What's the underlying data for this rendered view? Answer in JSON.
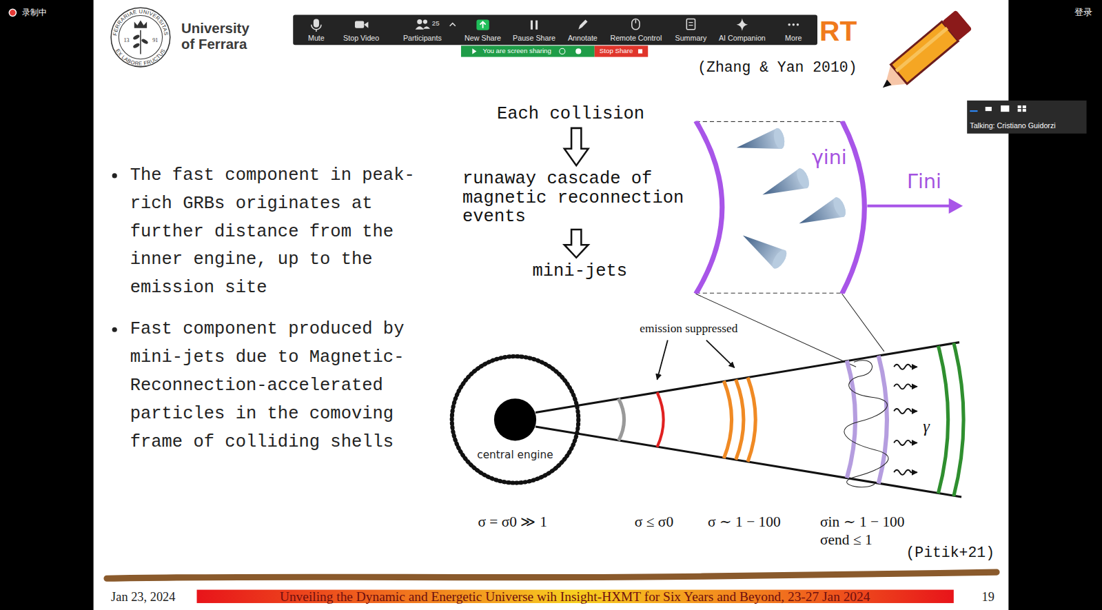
{
  "diagram": {
    "nodes": [
      {
        "text": [
          "Each collision"
        ]
      },
      {
        "text": [
          "runaway cascade of magnetic reconnection events"
        ]
      },
      {
        "text": [
          "mini-jets"
        ]
      },
      {
        "text": [
          "γini"
        ]
      },
      {
        "text": [
          "central engine"
        ]
      }
    ],
    "edges": [
      {
        "from": 0,
        "to": 1,
        "arrow": "to"
      },
      {
        "from": 1,
        "to": 2,
        "arrow": "to"
      }
    ],
    "labels": [
      "录制中",
      "登录",
      "FERRARIAE UNIVERSITAS",
      "EX LABORE FRUCTUS",
      "13",
      "91",
      "University",
      "of Ferrara",
      "RT",
      "Mute",
      "Stop Video",
      "25",
      "Participants",
      "New Share",
      "Pause Share",
      "Annotate",
      "Remote Control",
      "Summary",
      "AI Companion",
      "More",
      "You are screen sharing",
      "Stop Share",
      "(Zhang & Yan 2010)",
      "Talking: Cristiano Guidorzi",
      "The fast component in peak-rich GRBs originates at further distance from the inner engine, up to the emission site",
      "Fast component produced by mini-jets due to Magnetic-Reconnection-accelerated particles in the comoving frame of colliding shells",
      "Γini",
      "emission suppressed",
      "γ",
      "σ = σ0 ≫ 1",
      "σ ≤ σ0",
      "σ ∼ 1 − 100",
      "σin ∼ 1 − 100",
      "σend ≤ 1",
      "(Pitik+21)",
      "Jan 23, 2024",
      "Unveiling the Dynamic and Energetic Universe wih Insight-HXMT for Six Years and Beyond, 23-27 Jan 2024",
      "19"
    ]
  }
}
